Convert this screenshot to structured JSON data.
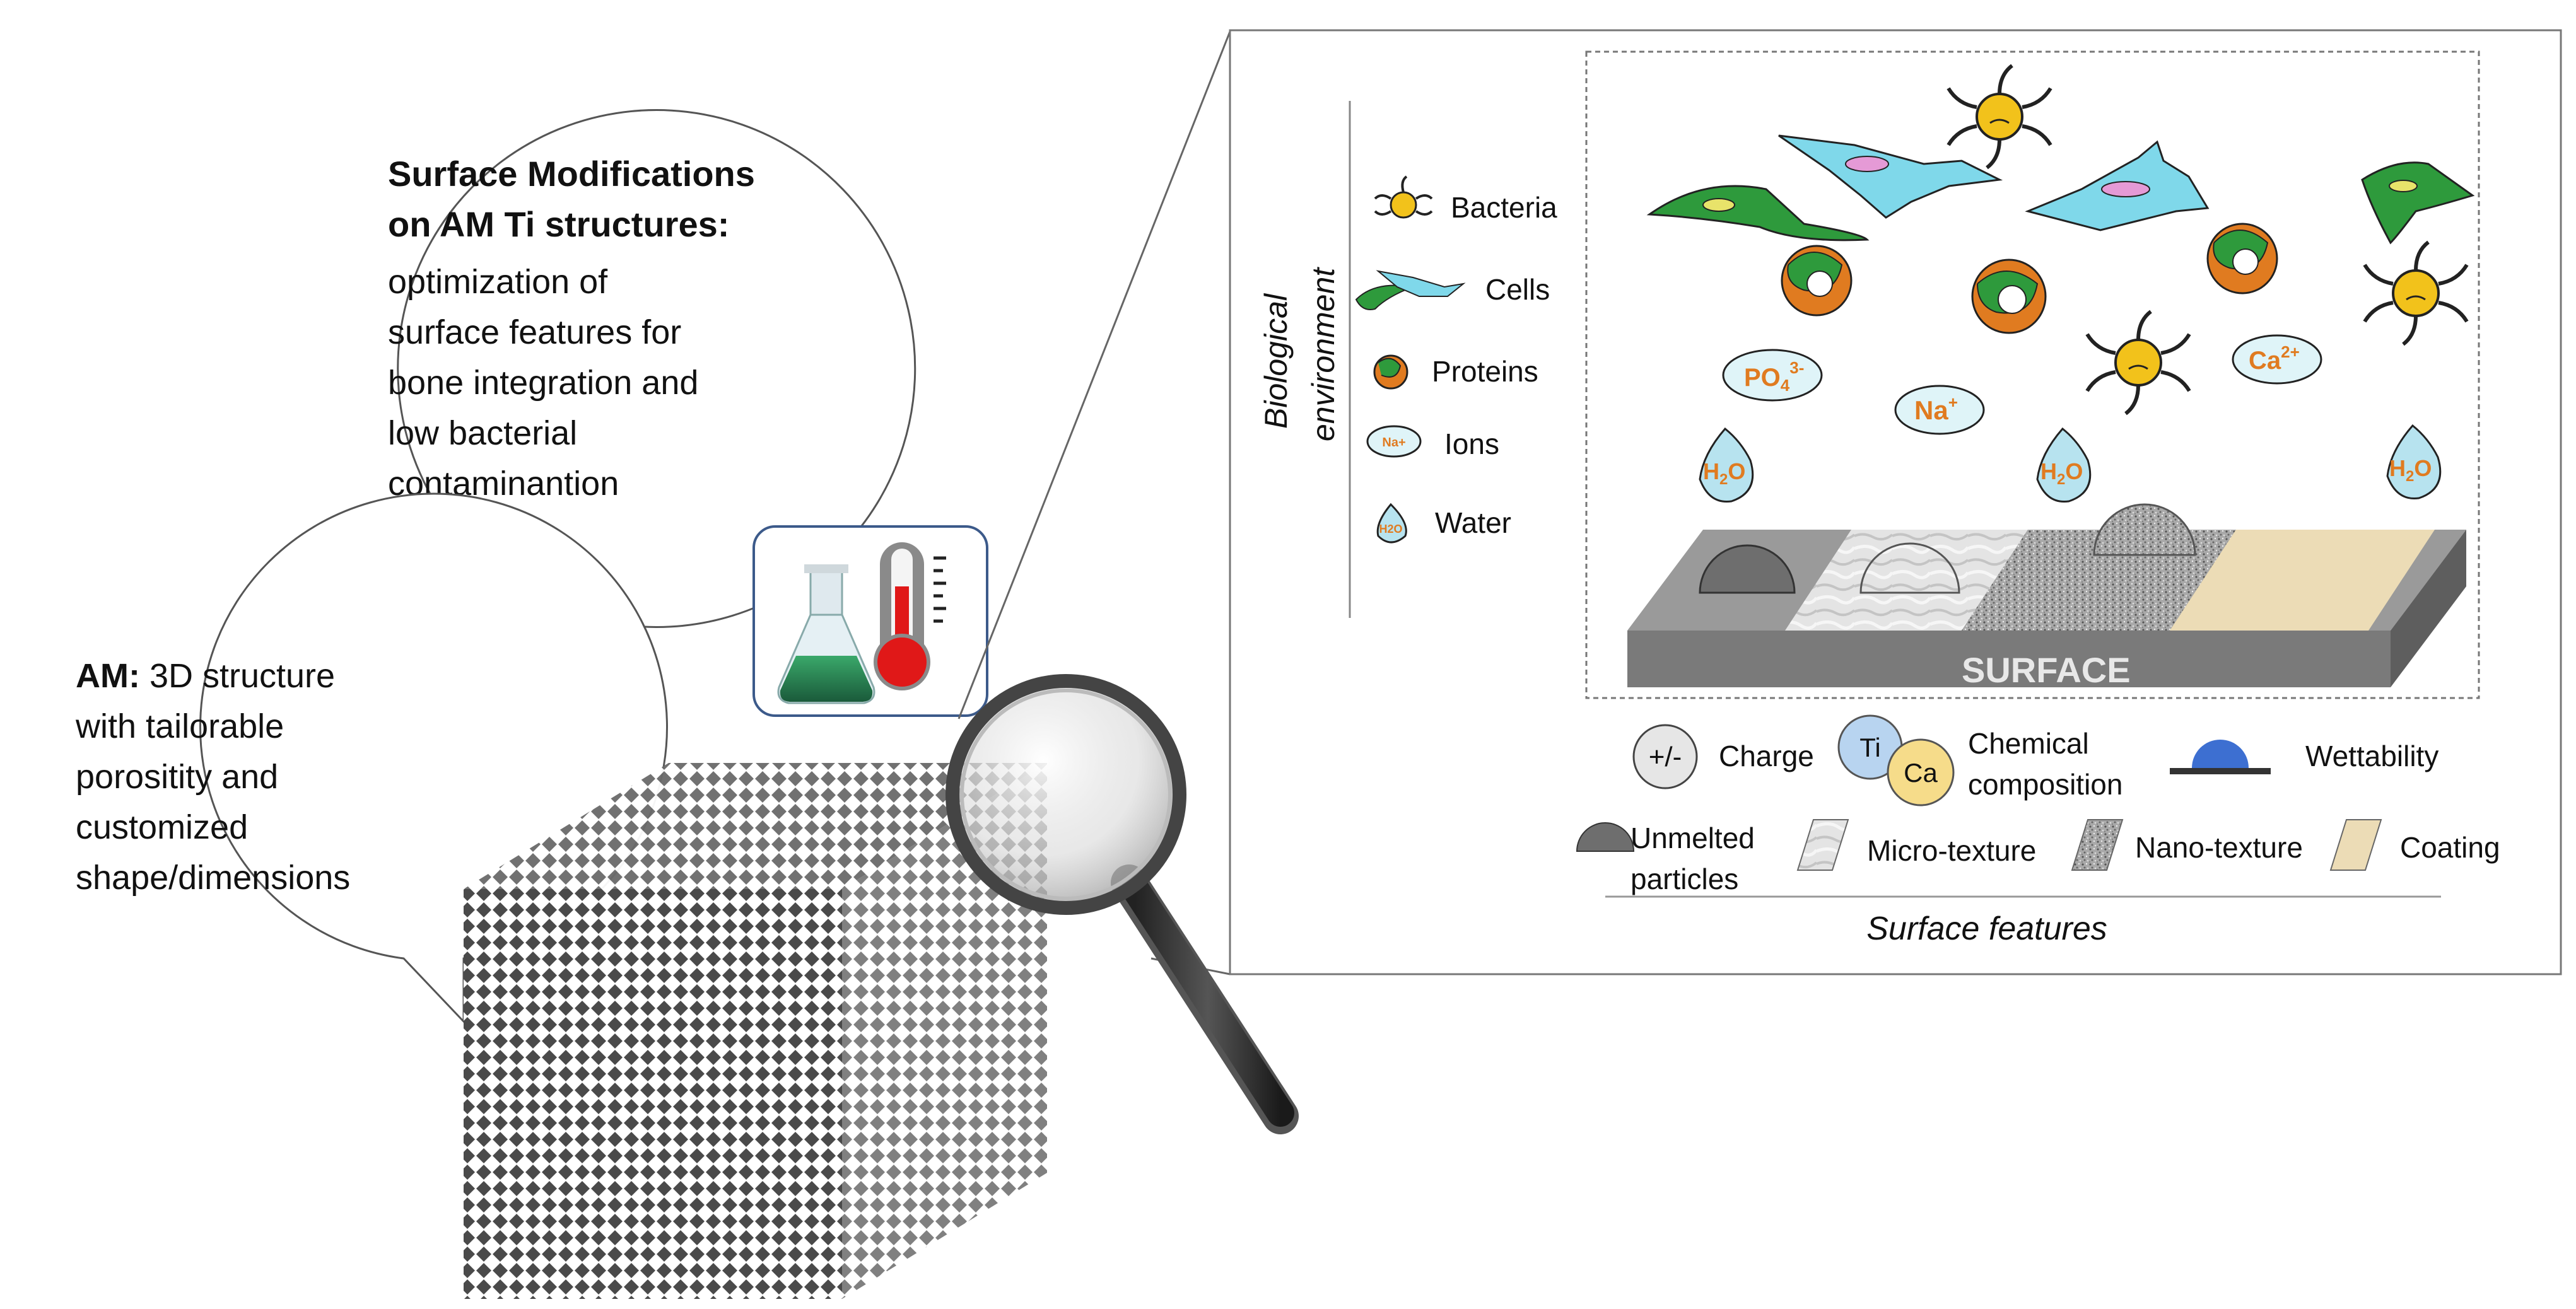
{
  "bubble_surface": {
    "title_line1": "Surface Modifications",
    "title_line2": "on AM Ti structures:",
    "body": [
      "optimization of",
      "surface features for",
      "bone integration and",
      "low bacterial",
      "contaminantion"
    ]
  },
  "bubble_am": {
    "title": "AM:",
    "first_line": " 3D structure",
    "body": [
      "with tailorable",
      "porositity and",
      "customized",
      "shape/dimensions"
    ]
  },
  "bio_env": {
    "heading_line1": "Biological",
    "heading_line2": "environment",
    "legend": [
      {
        "label": "Bacteria",
        "icon": "bacteria-icon"
      },
      {
        "label": "Cells",
        "icon": "cell-icon"
      },
      {
        "label": "Proteins",
        "icon": "protein-icon"
      },
      {
        "label": "Ions",
        "icon": "ion-icon"
      },
      {
        "label": "Water",
        "icon": "water-drop-icon"
      }
    ]
  },
  "scene_labels": {
    "po4": "PO",
    "po4_sub": "4",
    "po4_sup": "3-",
    "na": "Na",
    "na_sup": "+",
    "ca": "Ca",
    "ca_sup": "2+",
    "h": "H",
    "h_sub": "2",
    "o": "O",
    "ion_small": "Na+",
    "water_small": "H2O",
    "surface": "SURFACE"
  },
  "surface_features": {
    "heading": "Surface features",
    "charge_symbol": "+/-",
    "charge": "Charge",
    "ti": "Ti",
    "ca": "Ca",
    "chemical_line1": "Chemical",
    "chemical_line2": "composition",
    "wettability": "Wettability",
    "unmelted_line1": "Unmelted",
    "unmelted_line2": "particles",
    "micro": "Micro-texture",
    "nano": "Nano-texture",
    "coating": "Coating"
  },
  "colors": {
    "cell_green": "#2e9a3c",
    "cell_cyan": "#7fd8ea",
    "orange_text": "#e07b20",
    "bacteria_yellow": "#f2c21b",
    "ion_fill": "#dff4f8",
    "coating": "#ecdcb6",
    "surface_grey": "#7a7a7a",
    "wettability_blue": "#3d6fd1"
  }
}
